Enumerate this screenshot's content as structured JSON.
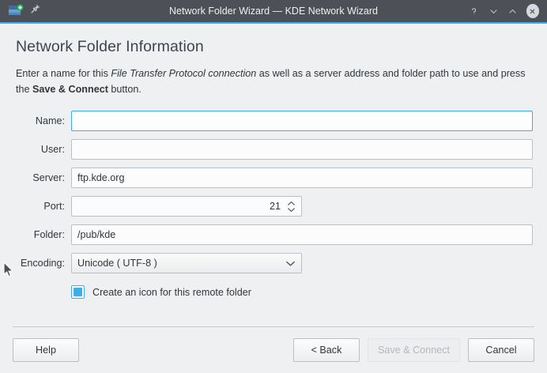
{
  "titlebar": {
    "title": "Network Folder Wizard — KDE Network Wizard",
    "app_icon": "network-folder-add-icon",
    "pin_icon": "pin-icon",
    "help_icon": "help-question-icon",
    "minimize_icon": "chevron-down-icon",
    "maximize_icon": "chevron-up-icon",
    "close_icon": "close-icon",
    "background": "#4d5157",
    "accent": "#3daee9"
  },
  "page": {
    "heading": "Network Folder Information",
    "description": {
      "part1": "Enter a name for this ",
      "italic": "File Transfer Protocol connection",
      "part2": " as well as a server address and folder path to use and press the ",
      "bold": "Save & Connect",
      "part3": " button."
    }
  },
  "form": {
    "name": {
      "label": "Name:",
      "value": "",
      "placeholder": "",
      "focused": true
    },
    "user": {
      "label": "User:",
      "value": "",
      "placeholder": ""
    },
    "server": {
      "label": "Server:",
      "value": "ftp.kde.org",
      "placeholder": ""
    },
    "port": {
      "label": "Port:",
      "value": "21",
      "spinner_up_icon": "chevron-up-icon",
      "spinner_down_icon": "chevron-down-icon"
    },
    "folder": {
      "label": "Folder:",
      "value": "/pub/kde",
      "placeholder": ""
    },
    "encoding": {
      "label": "Encoding:",
      "value": "Unicode ( UTF-8 )",
      "dropdown_icon": "chevron-down-icon",
      "options": [
        "Unicode ( UTF-8 )"
      ]
    },
    "create_icon_checkbox": {
      "label": "Create an icon for this remote folder",
      "checked": true,
      "accent": "#3daee9"
    }
  },
  "footer": {
    "help_label": "Help",
    "back_label": "< Back",
    "save_label": "Save & Connect",
    "save_disabled": true,
    "cancel_label": "Cancel"
  },
  "cursor": {
    "icon": "mouse-pointer-icon"
  }
}
